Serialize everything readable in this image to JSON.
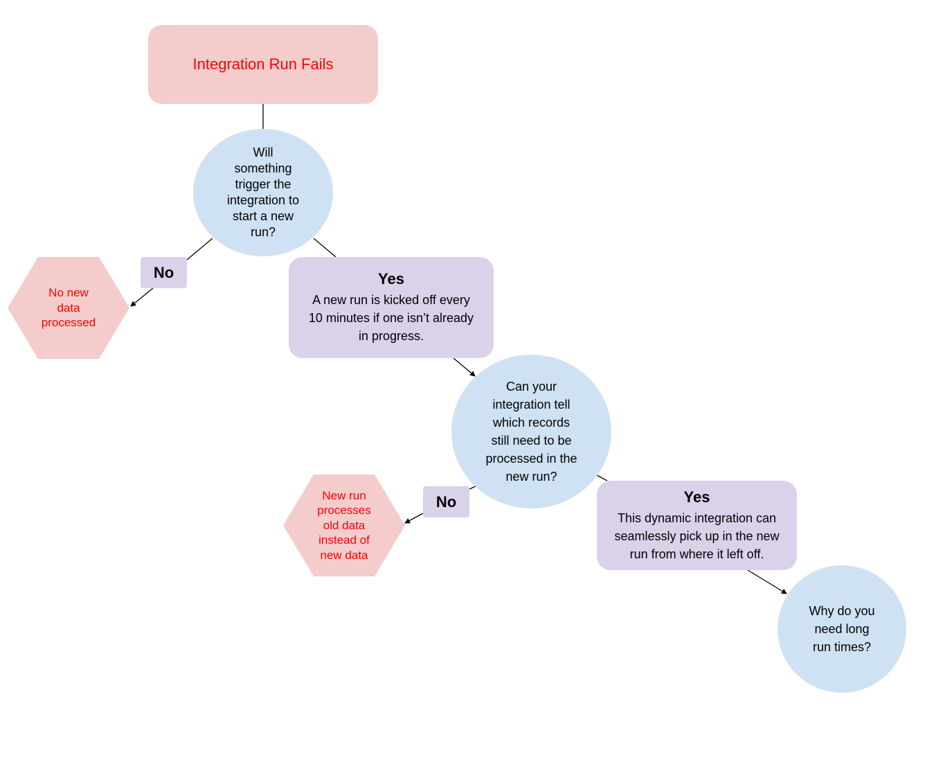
{
  "nodes": {
    "start": {
      "text": "Integration Run Fails"
    },
    "decision_trigger": {
      "lines": [
        "Will",
        "something",
        "trigger the",
        "integration to",
        "start a new",
        "run?"
      ]
    },
    "no_label_1": {
      "text": "No"
    },
    "outcome_no_new_data": {
      "lines": [
        "No new",
        "data",
        "processed"
      ]
    },
    "yes_new_run": {
      "heading": "Yes",
      "lines": [
        "A new run is kicked off every",
        "10 minutes if one isn’t already",
        "in progress."
      ]
    },
    "decision_records": {
      "lines": [
        "Can your",
        "integration tell",
        "which records",
        "still need to be",
        "processed in the",
        "new run?"
      ]
    },
    "no_label_2": {
      "text": "No"
    },
    "outcome_old_data": {
      "lines": [
        "New run",
        "processes",
        "old data",
        "instead of",
        "new data"
      ]
    },
    "yes_dynamic": {
      "heading": "Yes",
      "lines": [
        "This dynamic integration can",
        "seamlessly pick up in the new",
        "run from where it left off."
      ]
    },
    "decision_long_runs": {
      "lines": [
        "Why do you",
        "need long",
        "run times?"
      ]
    }
  },
  "colors": {
    "start_fill": "#f4cccc",
    "decision_fill": "#cfe2f3",
    "yes_no_fill": "#d9d2e9",
    "terminal_fill": "#f4cccc",
    "alert_text": "#ff0000",
    "connector": "#000000"
  }
}
